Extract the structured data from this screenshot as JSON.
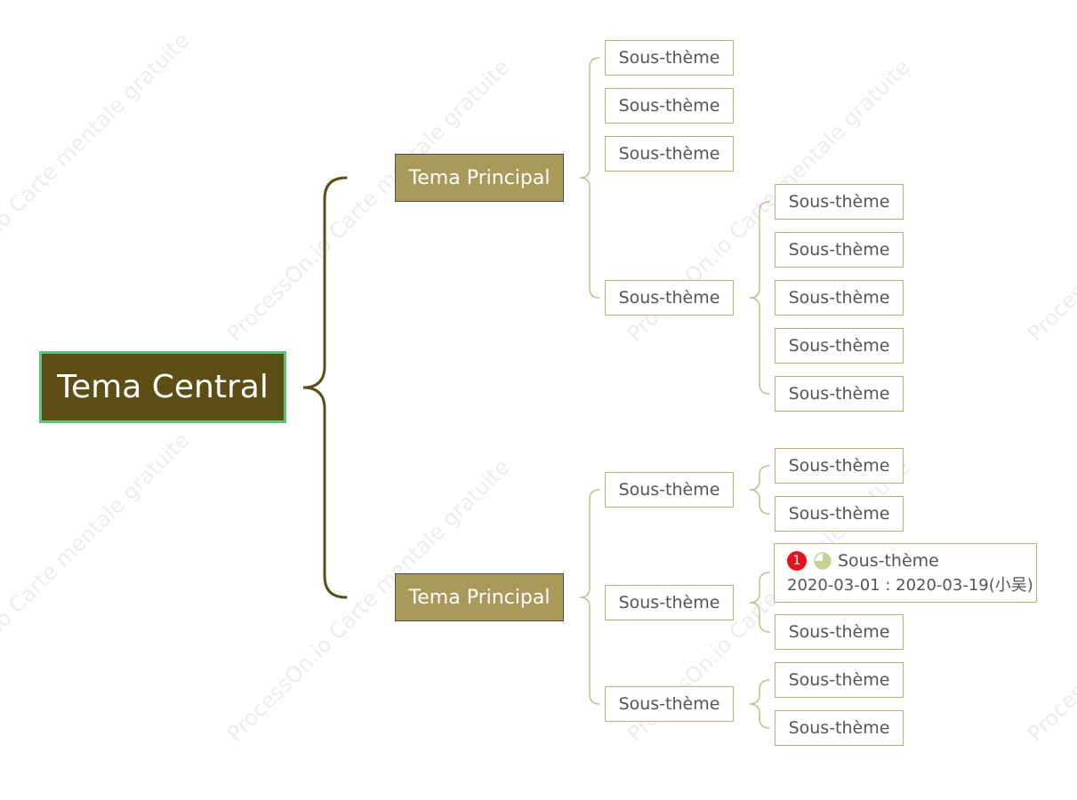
{
  "watermark_text": "ProcessOn.io Carte mentale gratuite",
  "colors": {
    "central_fill": "#5d4e16",
    "central_border": "#5fc27e",
    "main_fill": "#a99a5a",
    "sub_border": "#bdb076",
    "edge_main": "#5d4e16",
    "edge_sub": "#c8bd86",
    "priority": "#e8131a",
    "progress": "#c2d48f"
  },
  "central": {
    "label": "Tema Central"
  },
  "branches": [
    {
      "label": "Tema Principal",
      "children": [
        {
          "label": "Sous-thème"
        },
        {
          "label": "Sous-thème"
        },
        {
          "label": "Sous-thème"
        },
        {
          "label": "Sous-thème",
          "children": [
            {
              "label": "Sous-thème"
            },
            {
              "label": "Sous-thème"
            },
            {
              "label": "Sous-thème"
            },
            {
              "label": "Sous-thème"
            },
            {
              "label": "Sous-thème"
            }
          ]
        }
      ]
    },
    {
      "label": "Tema Principal",
      "children": [
        {
          "label": "Sous-thème",
          "children": [
            {
              "label": "Sous-thème"
            },
            {
              "label": "Sous-thème"
            }
          ]
        },
        {
          "label": "Sous-thème",
          "children": [
            {
              "label": "Sous-thème",
              "priority": "1",
              "progress": 0.75,
              "dates": "2020-03-01 : 2020-03-19(小吴)"
            },
            {
              "label": "Sous-thème"
            }
          ]
        },
        {
          "label": "Sous-thème",
          "children": [
            {
              "label": "Sous-thème"
            },
            {
              "label": "Sous-thème"
            }
          ]
        }
      ]
    }
  ]
}
